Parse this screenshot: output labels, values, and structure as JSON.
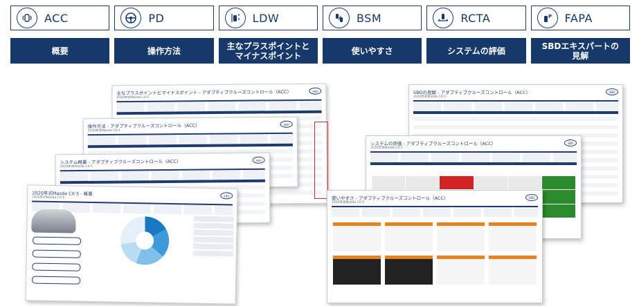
{
  "tabs": [
    {
      "label": "ACC",
      "icon": "radar-car-icon"
    },
    {
      "label": "PD",
      "icon": "steering-wheel-icon"
    },
    {
      "label": "LDW",
      "icon": "lane-departure-icon"
    },
    {
      "label": "BSM",
      "icon": "blind-spot-icon"
    },
    {
      "label": "RCTA",
      "icon": "rear-cross-traffic-icon"
    },
    {
      "label": "FAPA",
      "icon": "parking-assist-icon"
    }
  ],
  "categories": [
    {
      "label": "概要"
    },
    {
      "label": "操作方法"
    },
    {
      "label": "主なプラスポイントと\nマイナスポイント"
    },
    {
      "label": "使いやすさ"
    },
    {
      "label": "システムの評価"
    },
    {
      "label": "SBDエキスパートの\n見解"
    }
  ],
  "sheets": {
    "plus_minus": "主なプラスポイントとマイナスポイント - アダプティブクルーズコントロール（ACC）",
    "operation": "操作方法 - アダプティブクルーズコントロール（ACC）",
    "overview_sys": "システム概要 - アダプティブクルーズコントロール（ACC）",
    "mazda": "2020年式Mazda CX-5 - 概要",
    "expert": "SBDの見解 - アダプティブクルーズコントロール（ACC）",
    "evaluation": "システムの評価 - アダプティブクルーズコントロール（ACC）",
    "usability": "使いやすさ - アダプティブクルーズコントロール（ACC）",
    "sub": "2020年式Mazda CX-5",
    "logo": "SBD"
  },
  "colors": {
    "navy": "#16386a",
    "accent": "#e8821e"
  }
}
